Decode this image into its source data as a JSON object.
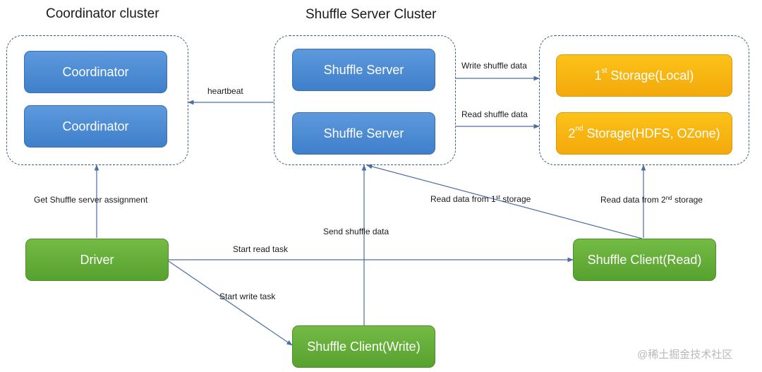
{
  "titles": {
    "coordinator_cluster": "Coordinator cluster",
    "shuffle_server_cluster": "Shuffle Server Cluster"
  },
  "nodes": {
    "coordinator_1": "Coordinator",
    "coordinator_2": "Coordinator",
    "shuffle_server_1": "Shuffle Server",
    "shuffle_server_2": "Shuffle Server",
    "storage_local": {
      "prefix": "1",
      "sup": "st",
      "rest": " Storage(Local)"
    },
    "storage_remote": {
      "prefix": "2",
      "sup": "nd",
      "rest": " Storage(HDFS, OZone)"
    },
    "driver": "Driver",
    "shuffle_client_read": "Shuffle Client(Read)",
    "shuffle_client_write": "Shuffle Client(Write)"
  },
  "edges": {
    "heartbeat": "heartbeat",
    "write_shuffle_data": "Write shuffle data",
    "read_shuffle_data": "Read shuffle data",
    "get_assignment": "Get Shuffle server assignment",
    "read_from_1st": {
      "prefix": "Read data from 1",
      "sup": "st",
      "rest": " storage"
    },
    "read_from_2nd": {
      "prefix": "Read data from 2",
      "sup": "nd",
      "rest": " storage"
    },
    "send_shuffle_data": "Send shuffle data",
    "start_read_task": "Start read task",
    "start_write_task": "Start write task"
  },
  "watermark": "@稀土掘金技术社区",
  "colors": {
    "coordinator_blue": "#4a8ad4",
    "storage_orange": "#f7b410",
    "client_green": "#63ad38",
    "arrow_blue": "#4a6fa5",
    "cluster_border": "#3d5a80"
  }
}
